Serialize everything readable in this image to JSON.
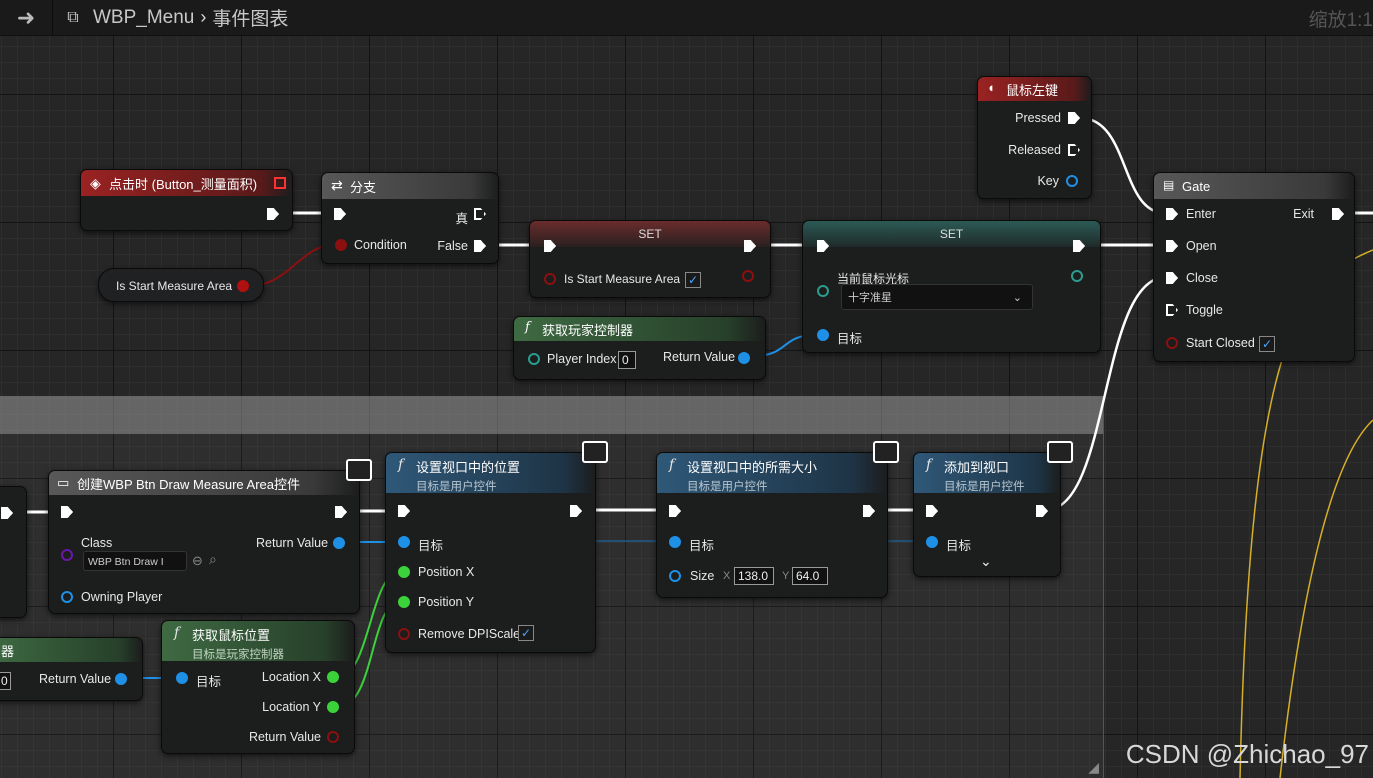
{
  "topbar": {
    "breadcrumb_root": "WBP_Menu",
    "breadcrumb_leaf": "事件图表",
    "zoom": "缩放1:1"
  },
  "watermark": "CSDN @Zhichao_97",
  "nodes": {
    "click_event": {
      "title": "点击时 (Button_测量面积)"
    },
    "branch": {
      "title": "分支",
      "condition": "Condition",
      "true_label": "真",
      "false_label": "False"
    },
    "var_get": {
      "label": "Is Start Measure Area"
    },
    "set1": {
      "title": "SET",
      "pin": "Is Start Measure Area",
      "checked": "✓"
    },
    "set2": {
      "title": "SET",
      "pin": "当前鼠标光标",
      "dropdown": "十字准星",
      "target": "目标"
    },
    "get_pc": {
      "title": "获取玩家控制器",
      "player_index": "Player Index",
      "player_index_val": "0",
      "return": "Return Value"
    },
    "mouse": {
      "title": "鼠标左键",
      "pressed": "Pressed",
      "released": "Released",
      "key": "Key"
    },
    "gate": {
      "title": "Gate",
      "enter": "Enter",
      "exit": "Exit",
      "open": "Open",
      "close": "Close",
      "toggle": "Toggle",
      "start_closed": "Start Closed",
      "checked": "✓"
    },
    "create": {
      "title": "创建WBP Btn Draw Measure Area控件",
      "class": "Class",
      "class_val": "WBP Btn Draw I",
      "return": "Return Value",
      "owning": "Owning Player"
    },
    "set_pos": {
      "title": "设置视口中的位置",
      "sub": "目标是用户控件",
      "target": "目标",
      "px": "Position X",
      "py": "Position Y",
      "dpi": "Remove DPIScale",
      "checked": "✓"
    },
    "set_size": {
      "title": "设置视口中的所需大小",
      "sub": "目标是用户控件",
      "target": "目标",
      "size": "Size",
      "x": "X",
      "xv": "138.0",
      "y": "Y",
      "yv": "64.0"
    },
    "add_vp": {
      "title": "添加到视口",
      "sub": "目标是用户控件",
      "target": "目标"
    },
    "get_mouse": {
      "title": "获取鼠标位置",
      "sub": "目标是玩家控制器",
      "target": "目标",
      "lx": "Location X",
      "ly": "Location Y",
      "ret": "Return Value"
    },
    "partial": {
      "title": "器",
      "ret": "Return Value",
      "val": "0"
    }
  },
  "colors": {
    "exec": "#ffffff",
    "bool": "#8c1010",
    "object": "#1e90e6",
    "float": "#3bd23b",
    "class": "#6a18a8",
    "yellow_wire": "#d6b028"
  }
}
